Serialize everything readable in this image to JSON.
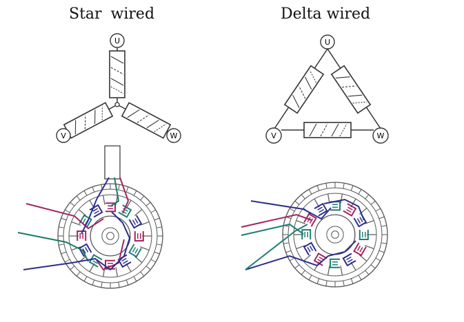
{
  "star": {
    "title": "Star wired",
    "terminals": {
      "u": "U",
      "v": "V",
      "w": "W"
    }
  },
  "delta": {
    "title": "Delta wired",
    "terminals": {
      "u": "U",
      "v": "V",
      "w": "W"
    }
  },
  "colors": {
    "line": "#333333",
    "coil_fill": "#ffffff",
    "lead_magenta": "#a3245f",
    "lead_green": "#1c7a66",
    "lead_blue": "#2b2e8c",
    "lead_teal": "#1f7f74",
    "stator": "#555555"
  }
}
